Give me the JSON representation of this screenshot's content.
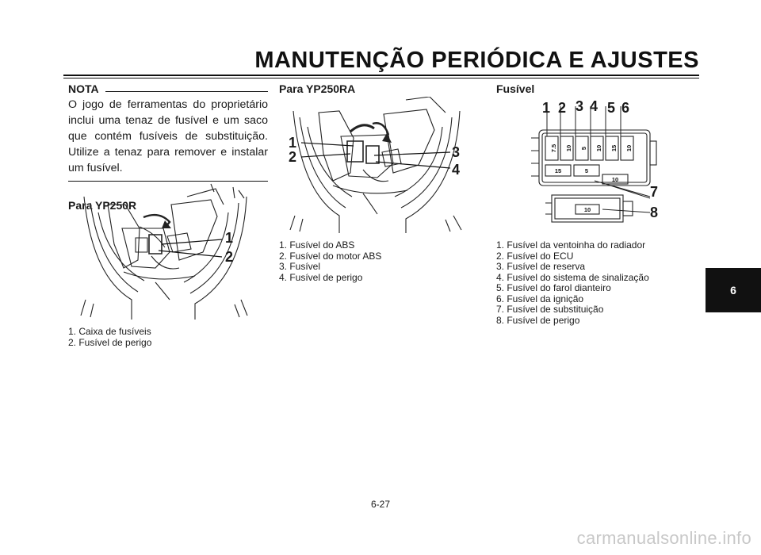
{
  "header": {
    "title": "MANUTENÇÃO PERIÓDICA E AJUSTES"
  },
  "note": {
    "heading": "NOTA",
    "text": "O jogo de ferramentas do proprietário inclui uma tenaz de fusível e um saco que contém fusíveis de substituição. Utilize a tenaz para remover e instalar um fusível."
  },
  "yp250r": {
    "title": "Para YP250R",
    "callouts": [
      "1",
      "2"
    ],
    "captions": [
      "1. Caixa de fusíveis",
      "2. Fusível de perigo"
    ]
  },
  "yp250ra": {
    "title": "Para YP250RA",
    "callouts": [
      "1",
      "2",
      "3",
      "4"
    ],
    "captions": [
      "1. Fusível do ABS",
      "2. Fusível do motor ABS",
      "3. Fusível",
      "4. Fusível de perigo"
    ]
  },
  "fuse_box": {
    "title": "Fusível",
    "callouts": [
      "1",
      "2",
      "3",
      "4",
      "5",
      "6",
      "7",
      "8"
    ],
    "fuse_ratings": [
      "7.5",
      "10",
      "5",
      "10",
      "15",
      "10",
      "15",
      "5",
      "10",
      "10"
    ],
    "captions": [
      "1. Fusível da ventoinha do radiador",
      "2. Fusível do ECU",
      "3. Fusível de reserva",
      "4. Fusível do sistema de sinalização",
      "5. Fusível do farol dianteiro",
      "6. Fusível da ignição",
      "7. Fusível de substituição",
      "8. Fusível de perigo"
    ]
  },
  "chapter_tab": "6",
  "page_number": "6-27",
  "watermark": "carmanualsonline.info"
}
